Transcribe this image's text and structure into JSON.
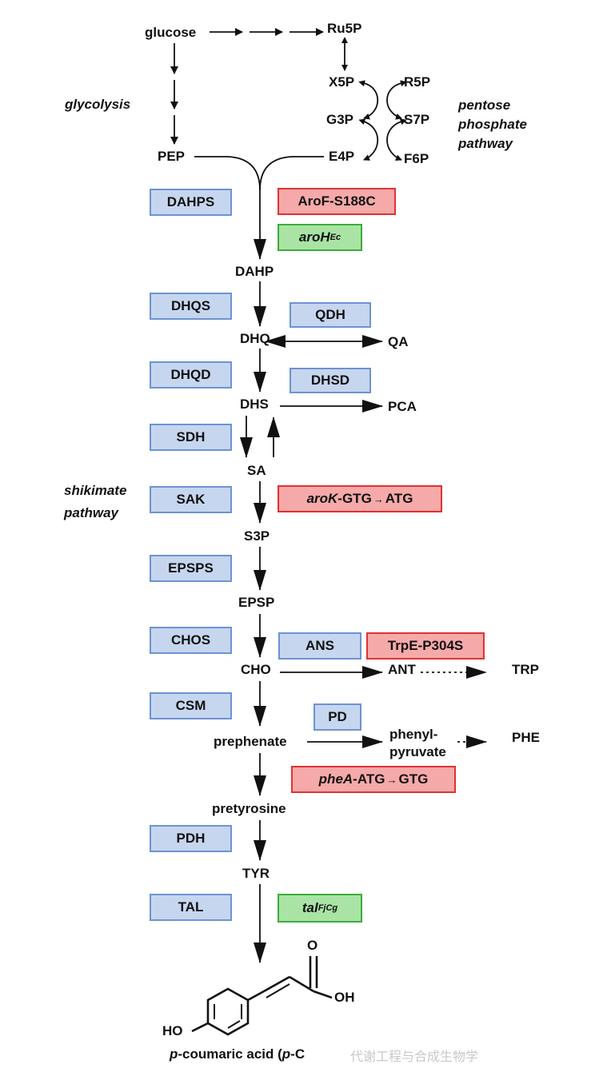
{
  "metabolites": {
    "glucose": "glucose",
    "ru5p": "Ru5P",
    "x5p": "X5P",
    "r5p": "R5P",
    "g3p": "G3P",
    "s7p": "S7P",
    "e4p": "E4P",
    "f6p": "F6P",
    "pep": "PEP",
    "dahp": "DAHP",
    "dhq": "DHQ",
    "qa": "QA",
    "dhs": "DHS",
    "pca": "PCA",
    "sa": "SA",
    "s3p": "S3P",
    "epsp": "EPSP",
    "cho": "CHO",
    "ant": "ANT",
    "trp": "TRP",
    "prephenate": "prephenate",
    "phenyl": "phenyl-",
    "pyruvate": "pyruvate",
    "phe": "PHE",
    "pretyrosine": "pretyrosine",
    "tyr": "TYR",
    "ho": "HO",
    "oh": "OH",
    "o": "O"
  },
  "pathway_labels": {
    "glycolysis": "glycolysis",
    "pentose_line1": "pentose",
    "pentose_line2": "phosphate",
    "pentose_line3": "pathway",
    "shikimate_line1": "shikimate",
    "shikimate_line2": "pathway"
  },
  "enzymes": [
    "DAHPS",
    "DHQS",
    "DHQD",
    "SDH",
    "SAK",
    "EPSPS",
    "CHOS",
    "CSM",
    "PDH",
    "TAL"
  ],
  "side_enzymes": {
    "qdh": "QDH",
    "dhsd": "DHSD",
    "ans": "ANS",
    "pd": "PD"
  },
  "modifications": {
    "arof": "AroF-S188C",
    "aroh_gene": "aroH",
    "aroh_sub": "Ec",
    "arok_gene": "aroK",
    "arok_from": "-GTG",
    "arok_to": "ATG",
    "trpe": "TrpE-P304S",
    "phea_gene": "pheA",
    "phea_from": "-ATG",
    "phea_to": "GTG",
    "tal_gene": "tal",
    "tal_sub": "FjCg"
  },
  "product": {
    "prefix": "p",
    "name": "-coumaric acid (",
    "abbr_prefix": "p",
    "abbr_rest": "-C"
  },
  "watermark": "代谢工程与合成生物学",
  "colors": {
    "enzyme_fill": "#c6d6ef",
    "enzyme_border": "#6c93d3",
    "mod_red_fill": "#f6a9a9",
    "mod_red_border": "#e03232",
    "mod_green_fill": "#a9e4a4",
    "mod_green_border": "#3dac3d"
  }
}
